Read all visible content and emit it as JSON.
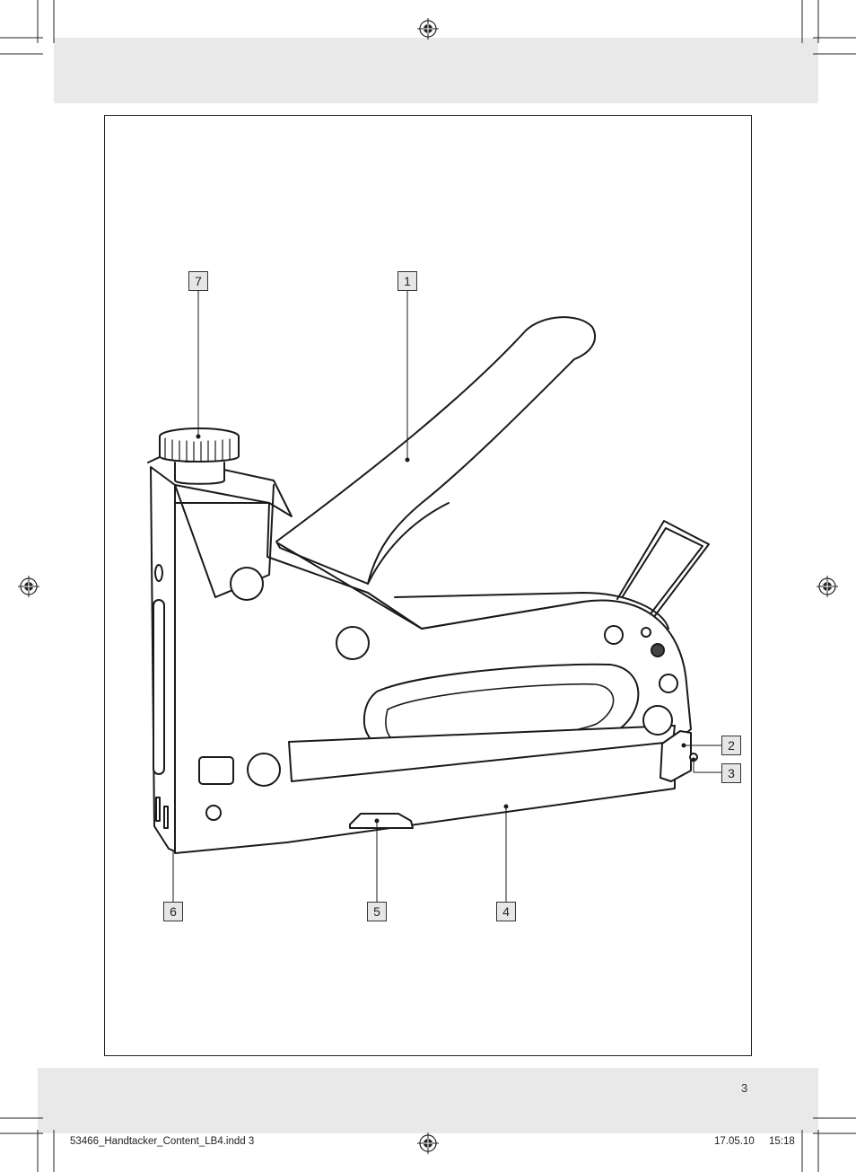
{
  "page": {
    "number": "3"
  },
  "slug": {
    "file": "53466_Handtacker_Content_LB4.indd   3",
    "date": "17.05.10",
    "time": "15:18"
  },
  "figure": {
    "callouts": [
      {
        "id": "c7",
        "label": "7",
        "part": "staple-depth-adjuster"
      },
      {
        "id": "c1",
        "label": "1",
        "part": "lever-handle"
      },
      {
        "id": "c2",
        "label": "2",
        "part": "magazine-latch"
      },
      {
        "id": "c3",
        "label": "3",
        "part": "rear-clip"
      },
      {
        "id": "c6",
        "label": "6",
        "part": "staple-outlet"
      },
      {
        "id": "c5",
        "label": "5",
        "part": "window-slider"
      },
      {
        "id": "c4",
        "label": "4",
        "part": "magazine"
      }
    ]
  },
  "icons": {
    "registration_marks": "crosshair-registration-icon",
    "crop_marks": "crop-mark-icon"
  },
  "colors": {
    "band": "#e9e9e9",
    "line": "#1a1a1a",
    "callout_fill": "#e6e6e6"
  }
}
